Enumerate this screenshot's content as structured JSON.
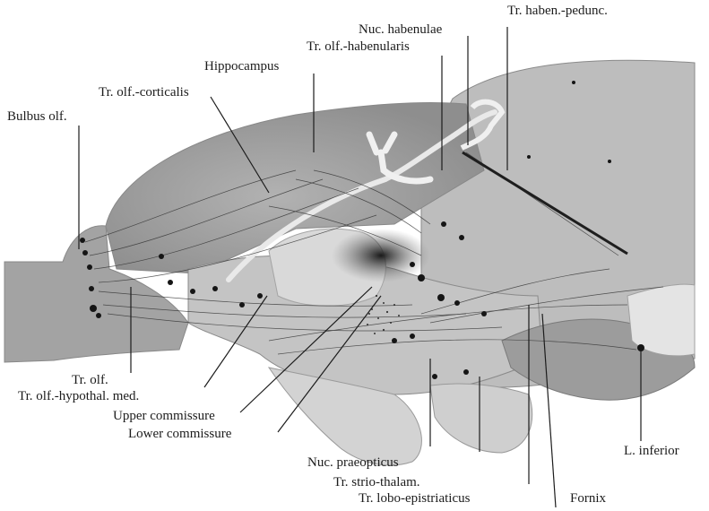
{
  "labels": {
    "tr_haben_pedunc": "Tr. haben.-pedunc.",
    "nuc_habenulae": "Nuc. habenulae",
    "tr_olf_habenularis": "Tr. olf.-habenularis",
    "hippocampus": "Hippocampus",
    "tr_olf_corticalis": "Tr. olf.-corticalis",
    "bulbus_olf": "Bulbus olf.",
    "tr_olf": "Tr. olf.",
    "tr_olf_hypothal_med": "Tr. olf.-hypothal. med.",
    "upper_commissure": "Upper commissure",
    "lower_commissure": "Lower commissure",
    "nuc_praeopticus": "Nuc. praeopticus",
    "tr_strio_thalam": "Tr. strio-thalam.",
    "tr_lobo_epistriaticus": "Tr. lobo-epistriaticus",
    "fornix": "Fornix",
    "l_inferior": "L. inferior"
  },
  "colors": {
    "background": "#ffffff",
    "tissue_dark": "#9c9c9c",
    "tissue_mid": "#bdbdbd",
    "tissue_light": "#d6d6d6",
    "fiber": "#2a2a2a",
    "label_text": "#1c1c1c"
  }
}
